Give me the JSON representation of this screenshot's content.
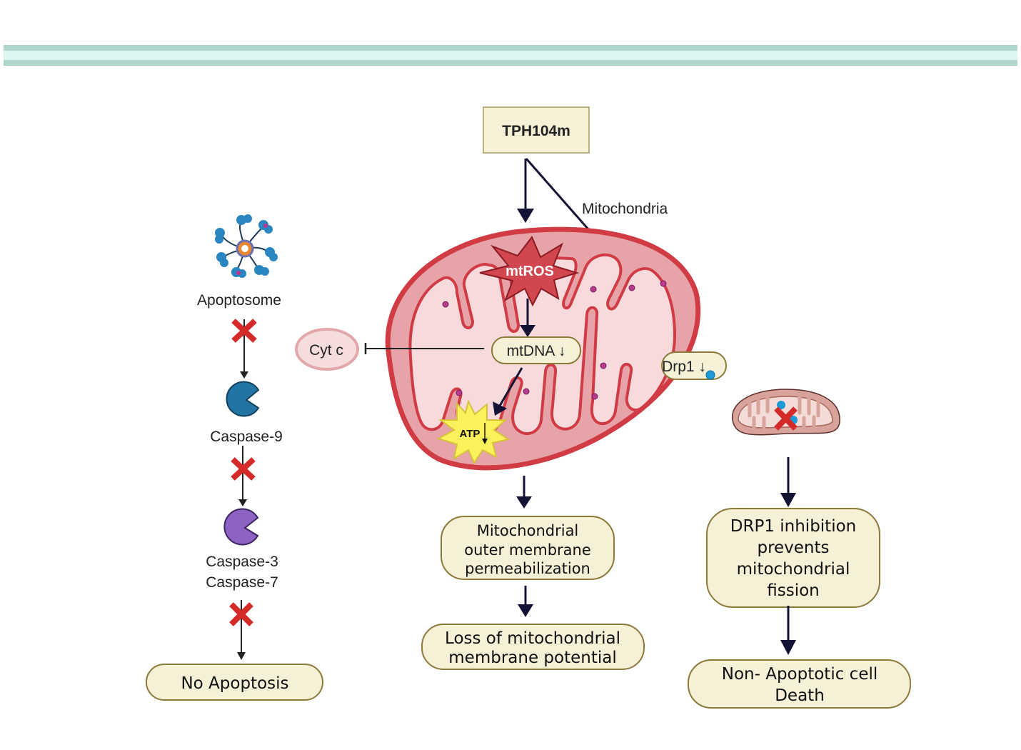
{
  "header_band": {
    "outer_color": "#aed6cc",
    "inner_color": "#dcf5f0"
  },
  "colors": {
    "arrow_dark": "#141235",
    "box_fill": "#f5f0d6",
    "box_stroke": "#8c7a3a",
    "inhibit_red": "#d42a2a",
    "mito_outer": "#d13b44",
    "mito_fill": "#e7a4a8",
    "mito_matrix": "#f6dadc",
    "caspase9": "#2274a5",
    "caspase37": "#8c63c2",
    "ros_fill": "#d2474f",
    "atp_fill": "#fbf15b",
    "drp1_dot": "#1e9bd7"
  },
  "drug": {
    "label": "TPH104m"
  },
  "target_label": "Mitochondria",
  "mitochondrion": {
    "mtros": "mtROS",
    "mtdna": "mtDNA ↓",
    "atp": "ATP",
    "drp1": "Drp1 ↓"
  },
  "cyt_c": "Cyt c",
  "apoptosis_pathway": {
    "apoptosome": "Apoptosome",
    "caspase9": "Caspase-9",
    "caspase3": "Caspase-3",
    "caspase7": "Caspase-7",
    "outcome": "No Apoptosis"
  },
  "center_pathway": {
    "step1": [
      "Mitochondrial",
      "outer membrane",
      "permeabilization"
    ],
    "step2": [
      "Loss of mitochondrial",
      "membrane potential"
    ]
  },
  "right_pathway": {
    "step1": [
      "DRP1 inhibition",
      "prevents",
      "mitochondrial",
      "fission"
    ],
    "step2": [
      "Non- Apoptotic cell",
      "Death"
    ]
  }
}
